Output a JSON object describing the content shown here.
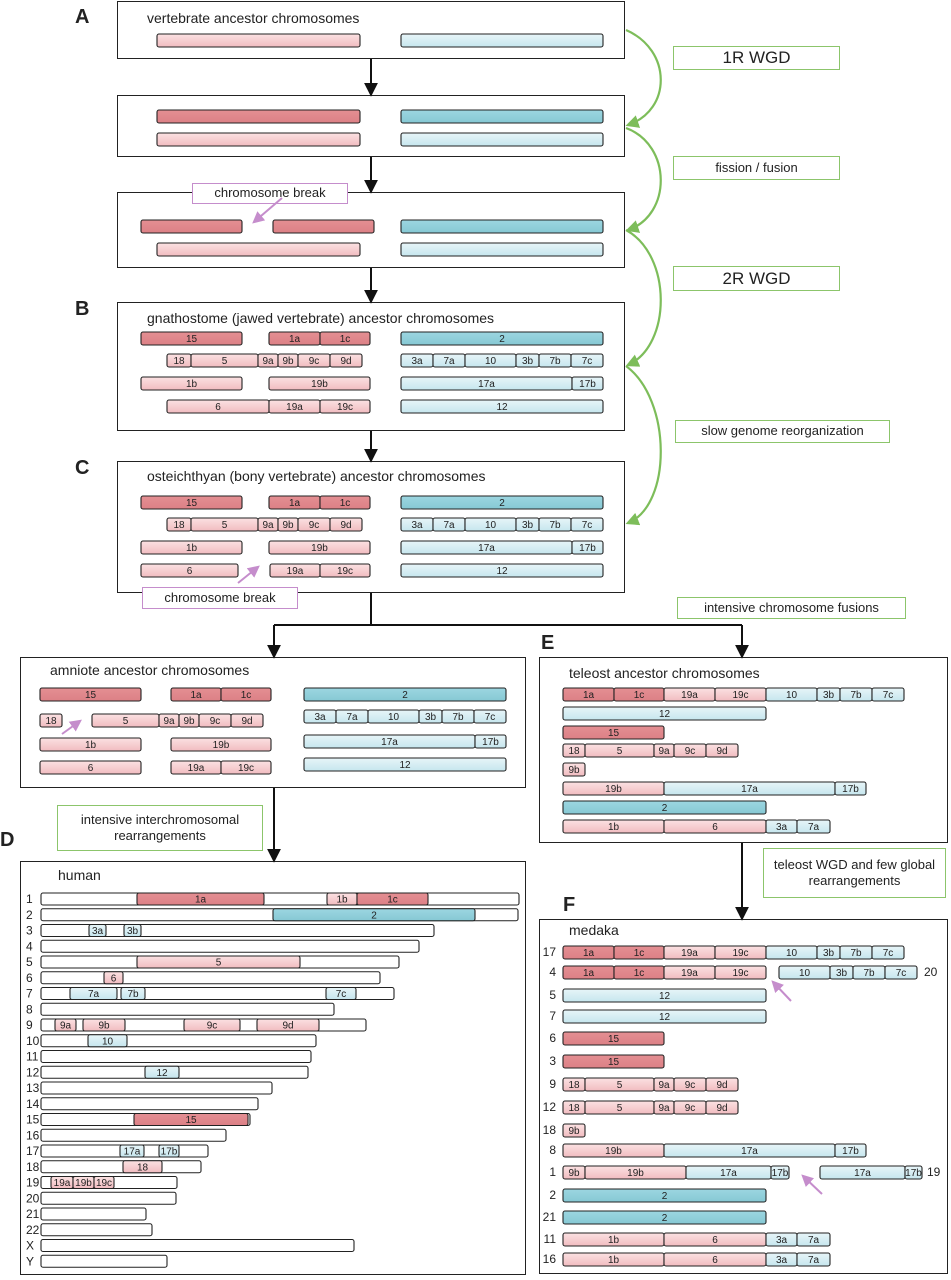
{
  "panels": {
    "A": "A",
    "B": "B",
    "C": "C",
    "D": "D",
    "E": "E",
    "F": "F"
  },
  "titles": {
    "vertebrate": "vertebrate ancestor chromosomes",
    "gnathostome": "gnathostome (jawed vertebrate) ancestor chromosomes",
    "osteichthyan": "osteichthyan (bony vertebrate) ancestor chromosomes",
    "amniote": "amniote ancestor chromosomes",
    "teleost": "teleost ancestor chromosomes",
    "human": "human",
    "medaka": "medaka"
  },
  "labels": {
    "wgd1": "1R WGD",
    "fission": "fission / fusion",
    "wgd2": "2R WGD",
    "slow": "slow genome reorganization",
    "break1": "chromosome break",
    "break2": "chromosome break",
    "intensive_fusions": "intensive chromosome fusions",
    "interchromosomal": "intensive interchromosomal rearrangements",
    "teleost_wgd": "teleost WGD and few global rearrangements"
  },
  "colors": {
    "red_dark": "#e08a8e",
    "red_light": "#f6cfd1",
    "blue_dark": "#8fcfdb",
    "blue_light": "#d6eef3",
    "green": "#8cc56b",
    "purple": "#c58dcc"
  },
  "ancestral_blocks": {
    "gnathostome": [
      [
        {
          "l": "15",
          "c": "rd"
        },
        {
          "l": "1a",
          "c": "rd"
        },
        {
          "l": "1c",
          "c": "rd"
        },
        {
          "l": "2",
          "c": "bd"
        }
      ],
      [
        {
          "l": "18",
          "c": "rl"
        },
        {
          "l": "5",
          "c": "rl"
        },
        {
          "l": "9a",
          "c": "rl"
        },
        {
          "l": "9b",
          "c": "rl"
        },
        {
          "l": "9c",
          "c": "rl"
        },
        {
          "l": "9d",
          "c": "rl"
        },
        {
          "l": "3a",
          "c": "bl"
        },
        {
          "l": "7a",
          "c": "bl"
        },
        {
          "l": "10",
          "c": "bl"
        },
        {
          "l": "3b",
          "c": "bl"
        },
        {
          "l": "7b",
          "c": "bl"
        },
        {
          "l": "7c",
          "c": "bl"
        }
      ],
      [
        {
          "l": "1b",
          "c": "rl"
        },
        {
          "l": "19b",
          "c": "rl"
        },
        {
          "l": "17a",
          "c": "bl"
        },
        {
          "l": "17b",
          "c": "bl"
        }
      ],
      [
        {
          "l": "6",
          "c": "rl"
        },
        {
          "l": "19a",
          "c": "rl"
        },
        {
          "l": "19c",
          "c": "rl"
        },
        {
          "l": "12",
          "c": "bl"
        }
      ]
    ]
  },
  "teleost": [
    [
      "1a",
      "1c",
      "19a",
      "19c",
      "10",
      "3b",
      "7b",
      "7c"
    ],
    [
      "12"
    ],
    [
      "15"
    ],
    [
      "18",
      "5",
      "9a",
      "9c",
      "9d"
    ],
    [
      "9b"
    ],
    [
      "19b",
      "17a",
      "17b"
    ],
    [
      "2"
    ],
    [
      "1b",
      "6",
      "3a",
      "7a"
    ]
  ],
  "human": {
    "rows": [
      "1",
      "2",
      "3",
      "4",
      "5",
      "6",
      "7",
      "8",
      "9",
      "10",
      "11",
      "12",
      "13",
      "14",
      "15",
      "16",
      "17",
      "18",
      "19",
      "20",
      "21",
      "22",
      "X",
      "Y"
    ],
    "segments": [
      [
        "1a",
        "1b",
        "1c"
      ],
      [
        "2"
      ],
      [
        "3a",
        "3b"
      ],
      [],
      [
        "5"
      ],
      [
        "6"
      ],
      [
        "7a",
        "7b",
        "7c"
      ],
      [],
      [
        "9a",
        "9b",
        "9c",
        "9d"
      ],
      [
        "10"
      ],
      [],
      [
        "12"
      ],
      [],
      [],
      [
        "15"
      ],
      [],
      [
        "17a",
        "17b"
      ],
      [
        "18"
      ],
      [
        "19a",
        "19b",
        "19c"
      ],
      [],
      [],
      [],
      [],
      []
    ]
  },
  "medaka": {
    "rows": [
      "17",
      "4",
      "5",
      "7",
      "6",
      "3",
      "9",
      "12",
      "18",
      "8",
      "1",
      "2",
      "21",
      "11",
      "16"
    ],
    "right_rows": [
      "20",
      "19"
    ],
    "segments": [
      [
        "1a",
        "1c",
        "19a",
        "19c",
        "10",
        "3b",
        "7b",
        "7c"
      ],
      [
        "1a",
        "1c",
        "19a",
        "19c",
        "10",
        "3b",
        "7b",
        "7c"
      ],
      [
        "12"
      ],
      [
        "12"
      ],
      [
        "15"
      ],
      [
        "15"
      ],
      [
        "18",
        "5",
        "9a",
        "9c",
        "9d"
      ],
      [
        "18",
        "5",
        "9a",
        "9c",
        "9d"
      ],
      [
        "9b"
      ],
      [
        "19b",
        "17a",
        "17b"
      ],
      [
        "9b",
        "19b",
        "17a",
        "17b",
        "17a",
        "17b"
      ],
      [
        "2"
      ],
      [
        "2"
      ],
      [
        "1b",
        "6",
        "3a",
        "7a"
      ],
      [
        "1b",
        "6",
        "3a",
        "7a"
      ]
    ]
  }
}
